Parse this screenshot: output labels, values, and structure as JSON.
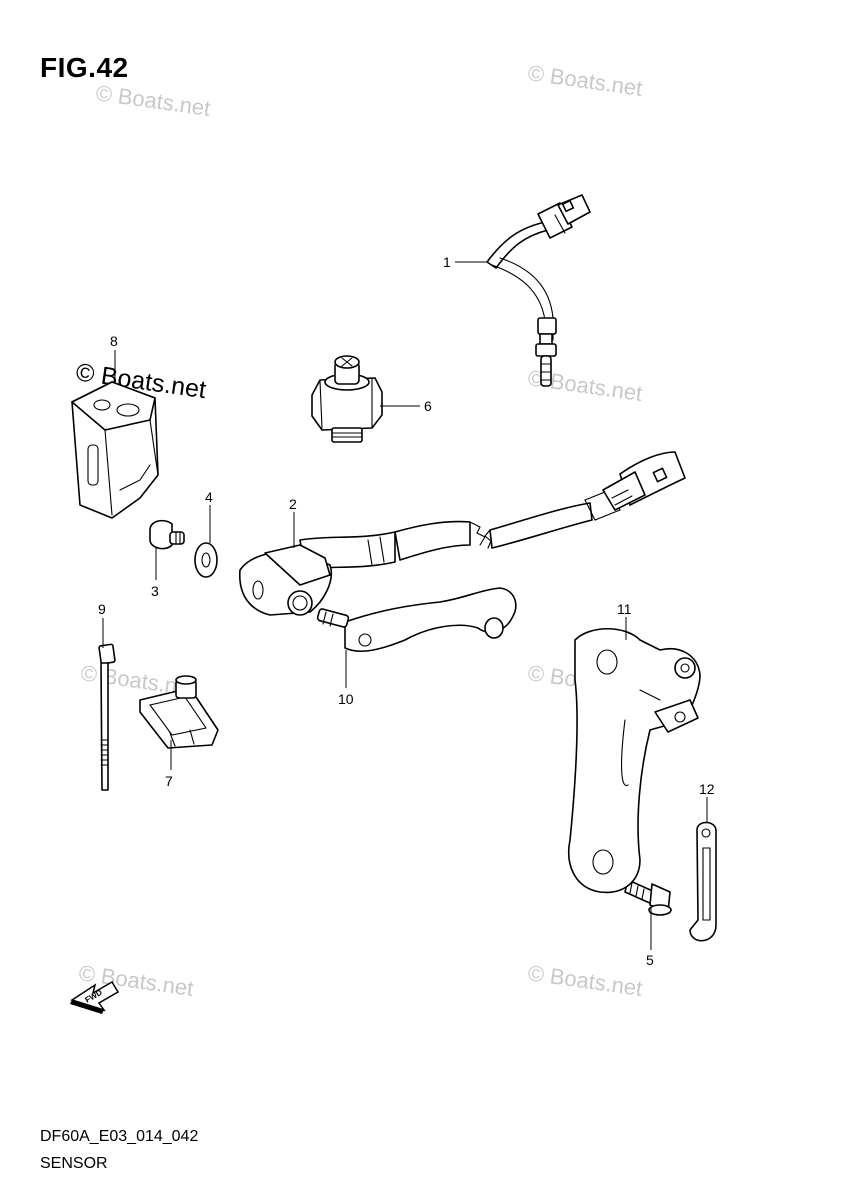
{
  "figure": {
    "title": "FIG.42",
    "diagram_code": "DF60A_E03_014_042",
    "section_name": "SENSOR"
  },
  "watermark": {
    "text": "© Boats.net"
  },
  "direction_badge": "FWD",
  "callouts": [
    {
      "id": "callout-1",
      "label": "1"
    },
    {
      "id": "callout-2",
      "label": "2"
    },
    {
      "id": "callout-3",
      "label": "3"
    },
    {
      "id": "callout-4",
      "label": "4"
    },
    {
      "id": "callout-5",
      "label": "5"
    },
    {
      "id": "callout-6",
      "label": "6"
    },
    {
      "id": "callout-7",
      "label": "7"
    },
    {
      "id": "callout-8",
      "label": "8"
    },
    {
      "id": "callout-9",
      "label": "9"
    },
    {
      "id": "callout-10",
      "label": "10"
    },
    {
      "id": "callout-11",
      "label": "11"
    },
    {
      "id": "callout-12",
      "label": "12"
    }
  ]
}
